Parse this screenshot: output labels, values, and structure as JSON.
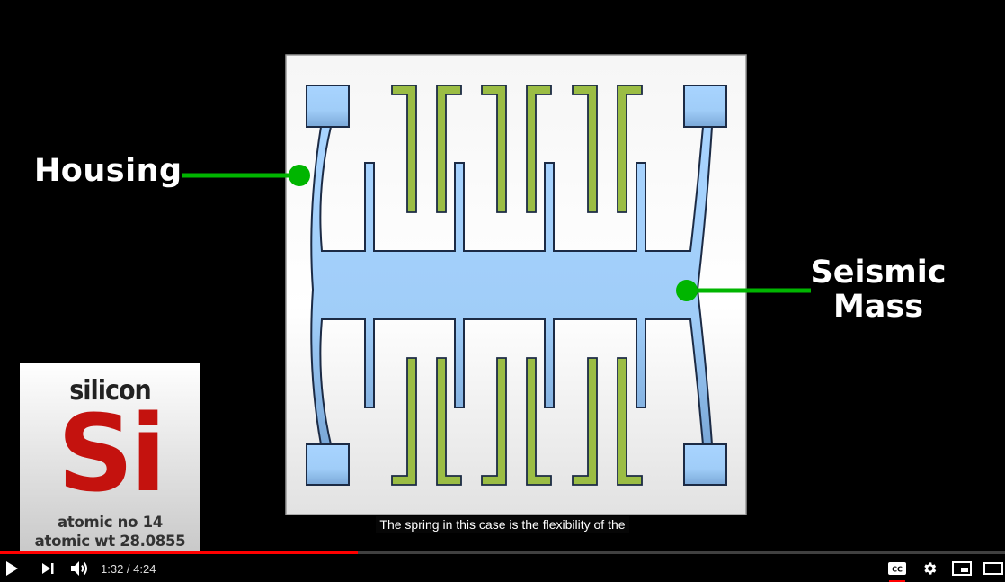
{
  "video": {
    "labels": {
      "housing": "Housing",
      "seismic_line1": "Seismic",
      "seismic_line2": "Mass"
    },
    "element_card": {
      "name": "silicon",
      "symbol": "Si",
      "atomic_no": "atomic no 14",
      "atomic_wt": "atomic wt 28.0855"
    },
    "caption": "The spring in this case is the flexibility of the"
  },
  "player": {
    "current_time": "1:32",
    "duration": "4:24",
    "time_display": "1:32 / 4:24",
    "progress_fraction": 0.356,
    "icons": [
      "play-icon",
      "next-icon",
      "volume-icon",
      "cc-icon",
      "settings-icon",
      "miniplayer-icon",
      "theater-icon"
    ],
    "cc_label": "CC"
  },
  "colors": {
    "spring_blue": "#a6d2ff",
    "electrode_green": "#9bbd44",
    "pointer_green": "#00b500",
    "element_red": "#c4120e",
    "progress_red": "#ff0000"
  }
}
